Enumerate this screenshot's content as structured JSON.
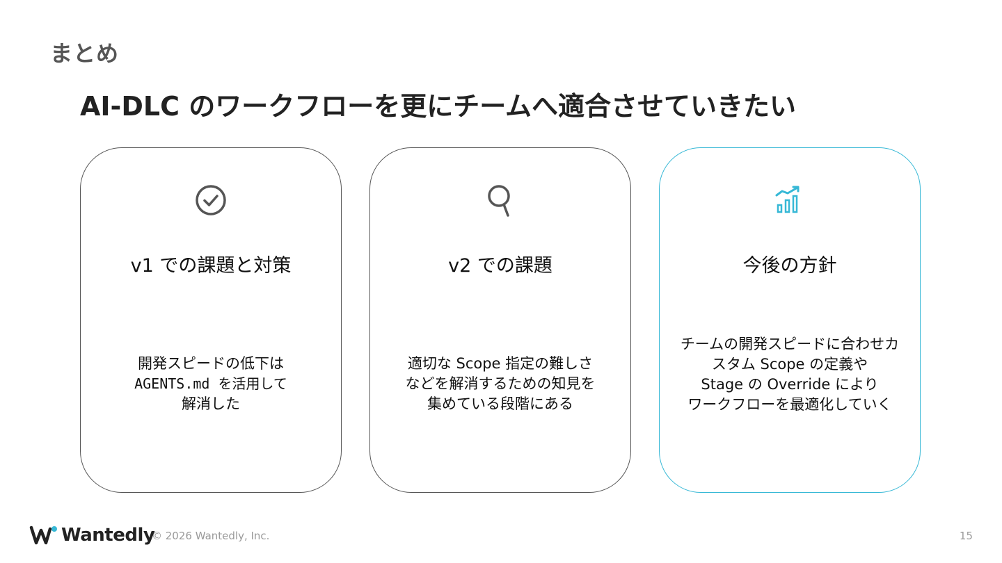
{
  "slide": {
    "section_label": "まとめ",
    "headline": "AI-DLC のワークフローを更にチームへ適合させていきたい"
  },
  "cards": [
    {
      "icon": "check-circle-icon",
      "title": "v1 での課題と対策",
      "body_lines": [
        "開発スピードの低下は",
        "AGENTS.md を活用して",
        "解消した"
      ]
    },
    {
      "icon": "search-icon",
      "title": "v2 での課題",
      "body_lines": [
        "適切な Scope 指定の難しさ",
        "などを解消するための知見を",
        "集めている段階にある"
      ]
    },
    {
      "icon": "trending-chart-icon",
      "title": "今後の方針",
      "body_lines": [
        "チームの開発スピードに合わせカ",
        "スタム Scope の定義や",
        "Stage の Override により",
        "ワークフローを最適化していく"
      ]
    }
  ],
  "footer": {
    "logo_text": "Wantedly",
    "copyright": "© 2026 Wantedly, Inc.",
    "page_number": "15"
  },
  "colors": {
    "accent": "#36b8d6",
    "card_border": "#555555",
    "text_dark": "#222222",
    "text_muted": "#9a9a9a"
  }
}
